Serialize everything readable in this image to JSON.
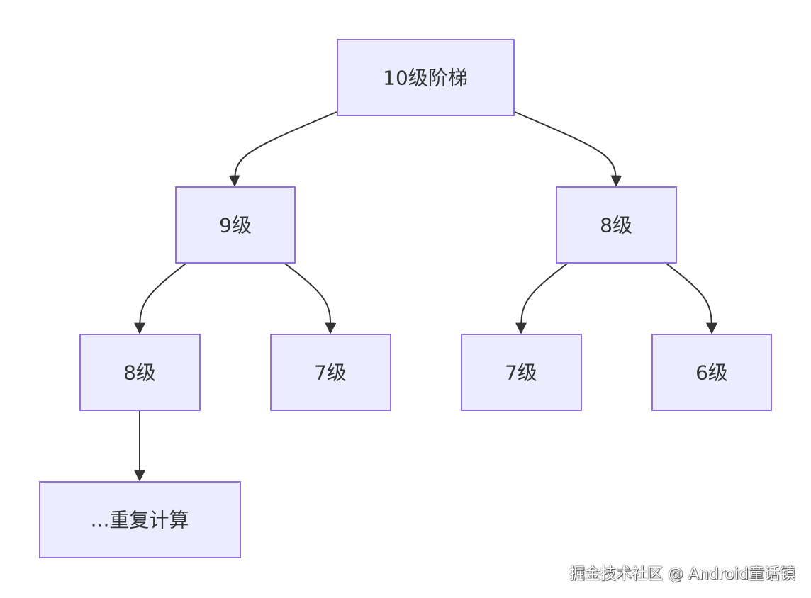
{
  "nodes": [
    {
      "id": "root",
      "label": "10级阶梯"
    },
    {
      "id": "n9",
      "label": "9级"
    },
    {
      "id": "n8a",
      "label": "8级"
    },
    {
      "id": "n8b",
      "label": "8级"
    },
    {
      "id": "n7a",
      "label": "7级"
    },
    {
      "id": "n7b",
      "label": "7级"
    },
    {
      "id": "n6",
      "label": "6级"
    },
    {
      "id": "rep",
      "label": "...重复计算"
    }
  ],
  "edges": [
    {
      "from": "root",
      "to": "n9"
    },
    {
      "from": "root",
      "to": "n8a"
    },
    {
      "from": "n9",
      "to": "n8b"
    },
    {
      "from": "n9",
      "to": "n7a"
    },
    {
      "from": "n8a",
      "to": "n7b"
    },
    {
      "from": "n8a",
      "to": "n6"
    },
    {
      "from": "n8b",
      "to": "rep"
    }
  ],
  "watermark": "掘金技术社区 @ Android童话镇",
  "colors": {
    "node_fill": "#ececff",
    "node_stroke": "#9370db",
    "edge": "#333333",
    "text": "#333333"
  }
}
